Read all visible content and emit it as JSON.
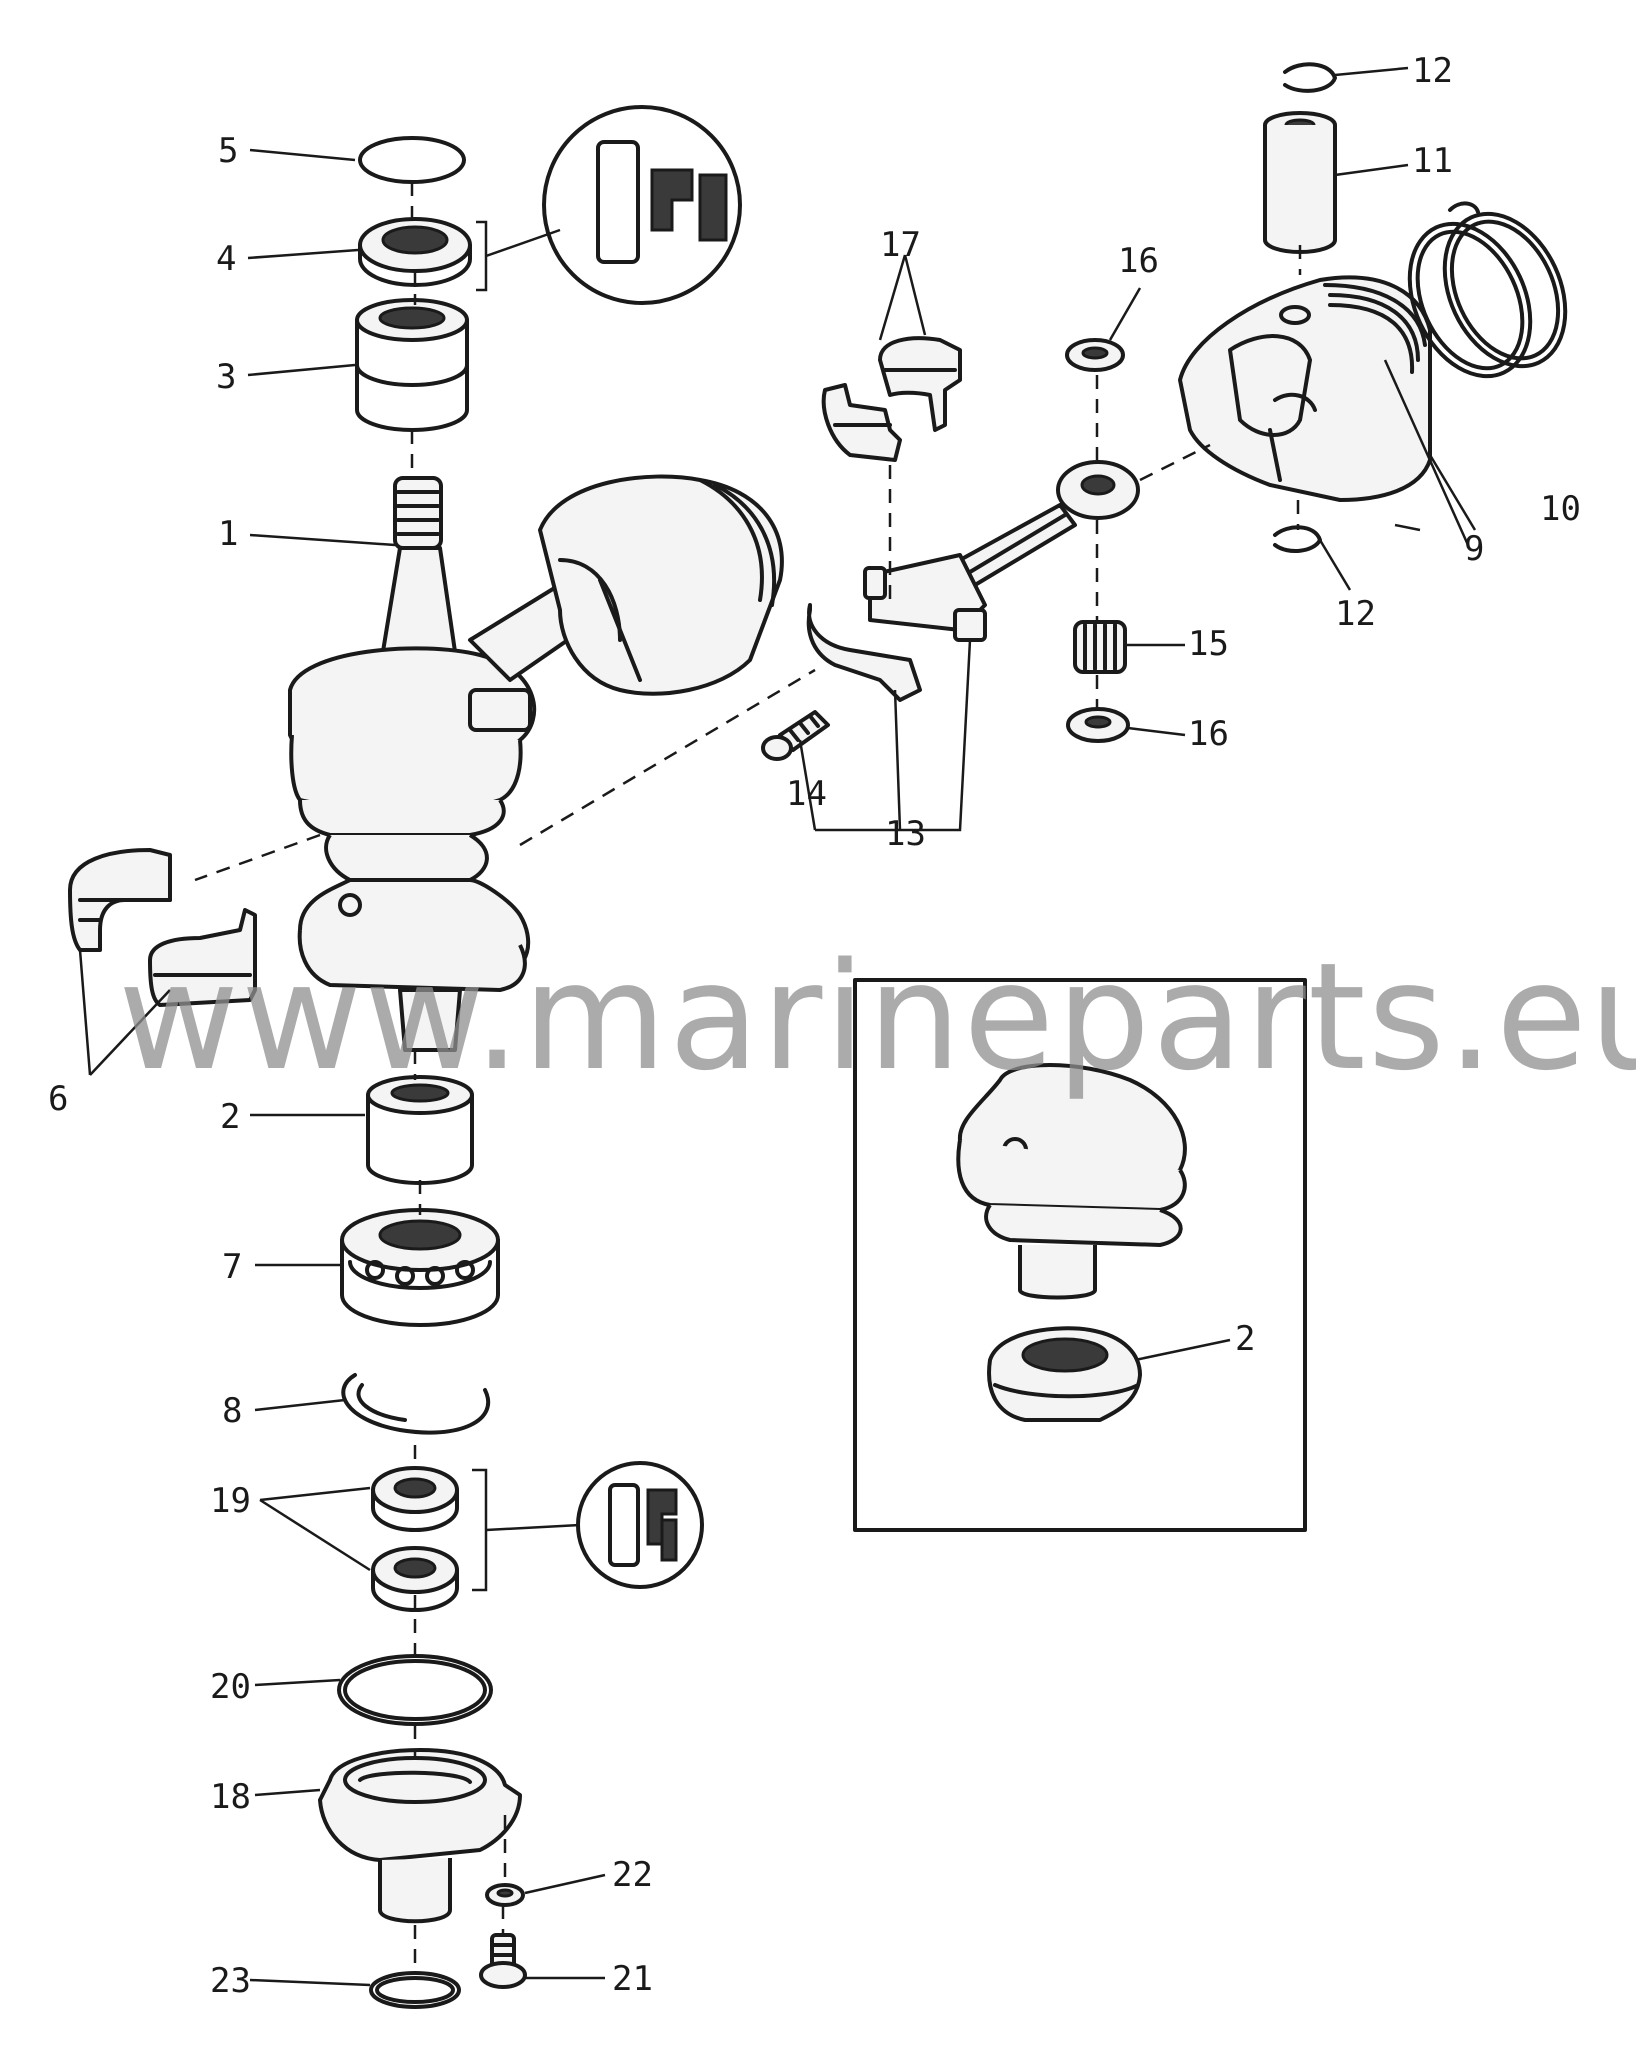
{
  "watermark": "www.marineparts.eu",
  "callouts": {
    "c1": "1",
    "c2": "2",
    "c2_inset": "2",
    "c3": "3",
    "c4": "4",
    "c5": "5",
    "c6": "6",
    "c7": "7",
    "c8": "8",
    "c9": "9",
    "c10": "10",
    "c11": "11",
    "c12_top": "12",
    "c12_bottom": "12",
    "c13": "13",
    "c14": "14",
    "c15": "15",
    "c16_top": "16",
    "c16_bottom": "16",
    "c17": "17",
    "c18": "18",
    "c19": "19",
    "c20": "20",
    "c21": "21",
    "c22": "22",
    "c23": "23"
  },
  "colors": {
    "ink": "#1a1a1a",
    "watermark": "#8f8f8f",
    "background": "#ffffff"
  }
}
